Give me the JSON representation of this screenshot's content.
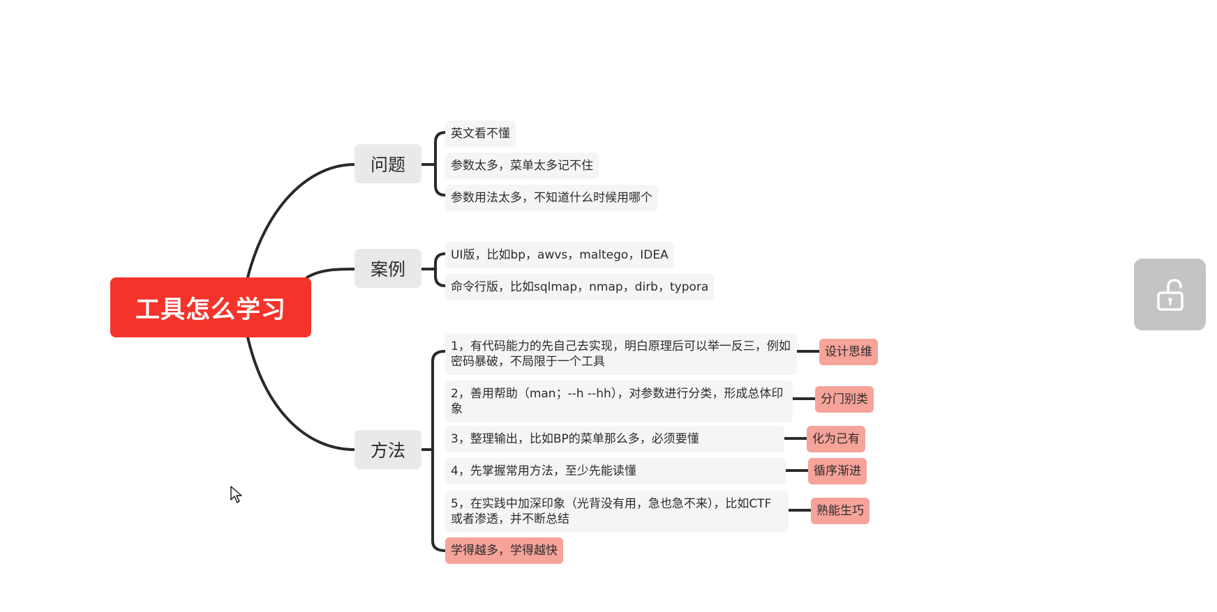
{
  "root": {
    "label": "工具怎么学习"
  },
  "branches": [
    {
      "label": "问题",
      "children": [
        {
          "text": "英文看不懂"
        },
        {
          "text": "参数太多，菜单太多记不住"
        },
        {
          "text": "参数用法太多，不知道什么时候用哪个"
        }
      ]
    },
    {
      "label": "案例",
      "children": [
        {
          "text": "UI版，比如bp，awvs，maltego，IDEA"
        },
        {
          "text": "命令行版，比如sqlmap，nmap，dirb，typora"
        }
      ]
    },
    {
      "label": "方法",
      "children": [
        {
          "text": "1，有代码能力的先自己去实现，明白原理后可以举一反三，例如密码暴破，不局限于一个工具",
          "tag": "设计思维"
        },
        {
          "text": "2，善用帮助（man；--h --hh），对参数进行分类，形成总体印象",
          "tag": "分门别类"
        },
        {
          "text": "3，整理输出，比如BP的菜单那么多，必须要懂",
          "tag": "化为己有"
        },
        {
          "text": "4，先掌握常用方法，至少先能读懂",
          "tag": "循序渐进"
        },
        {
          "text": "5，在实践中加深印象（光背没有用，急也急不来），比如CTF或者渗透，并不断总结",
          "tag": "熟能生巧"
        },
        {
          "text": "学得越多，学得越快",
          "highlight": true
        }
      ]
    }
  ],
  "colors": {
    "root": "#f4332a",
    "branch_box": "#e9e9e9",
    "leaf_box": "#f5f5f5",
    "tag": "#f6a39a",
    "connector": "#2a2a2a",
    "lock_widget": "#c4c4c4"
  },
  "icons": {
    "lock": "unlock-icon",
    "cursor": "mouse-cursor-icon"
  }
}
